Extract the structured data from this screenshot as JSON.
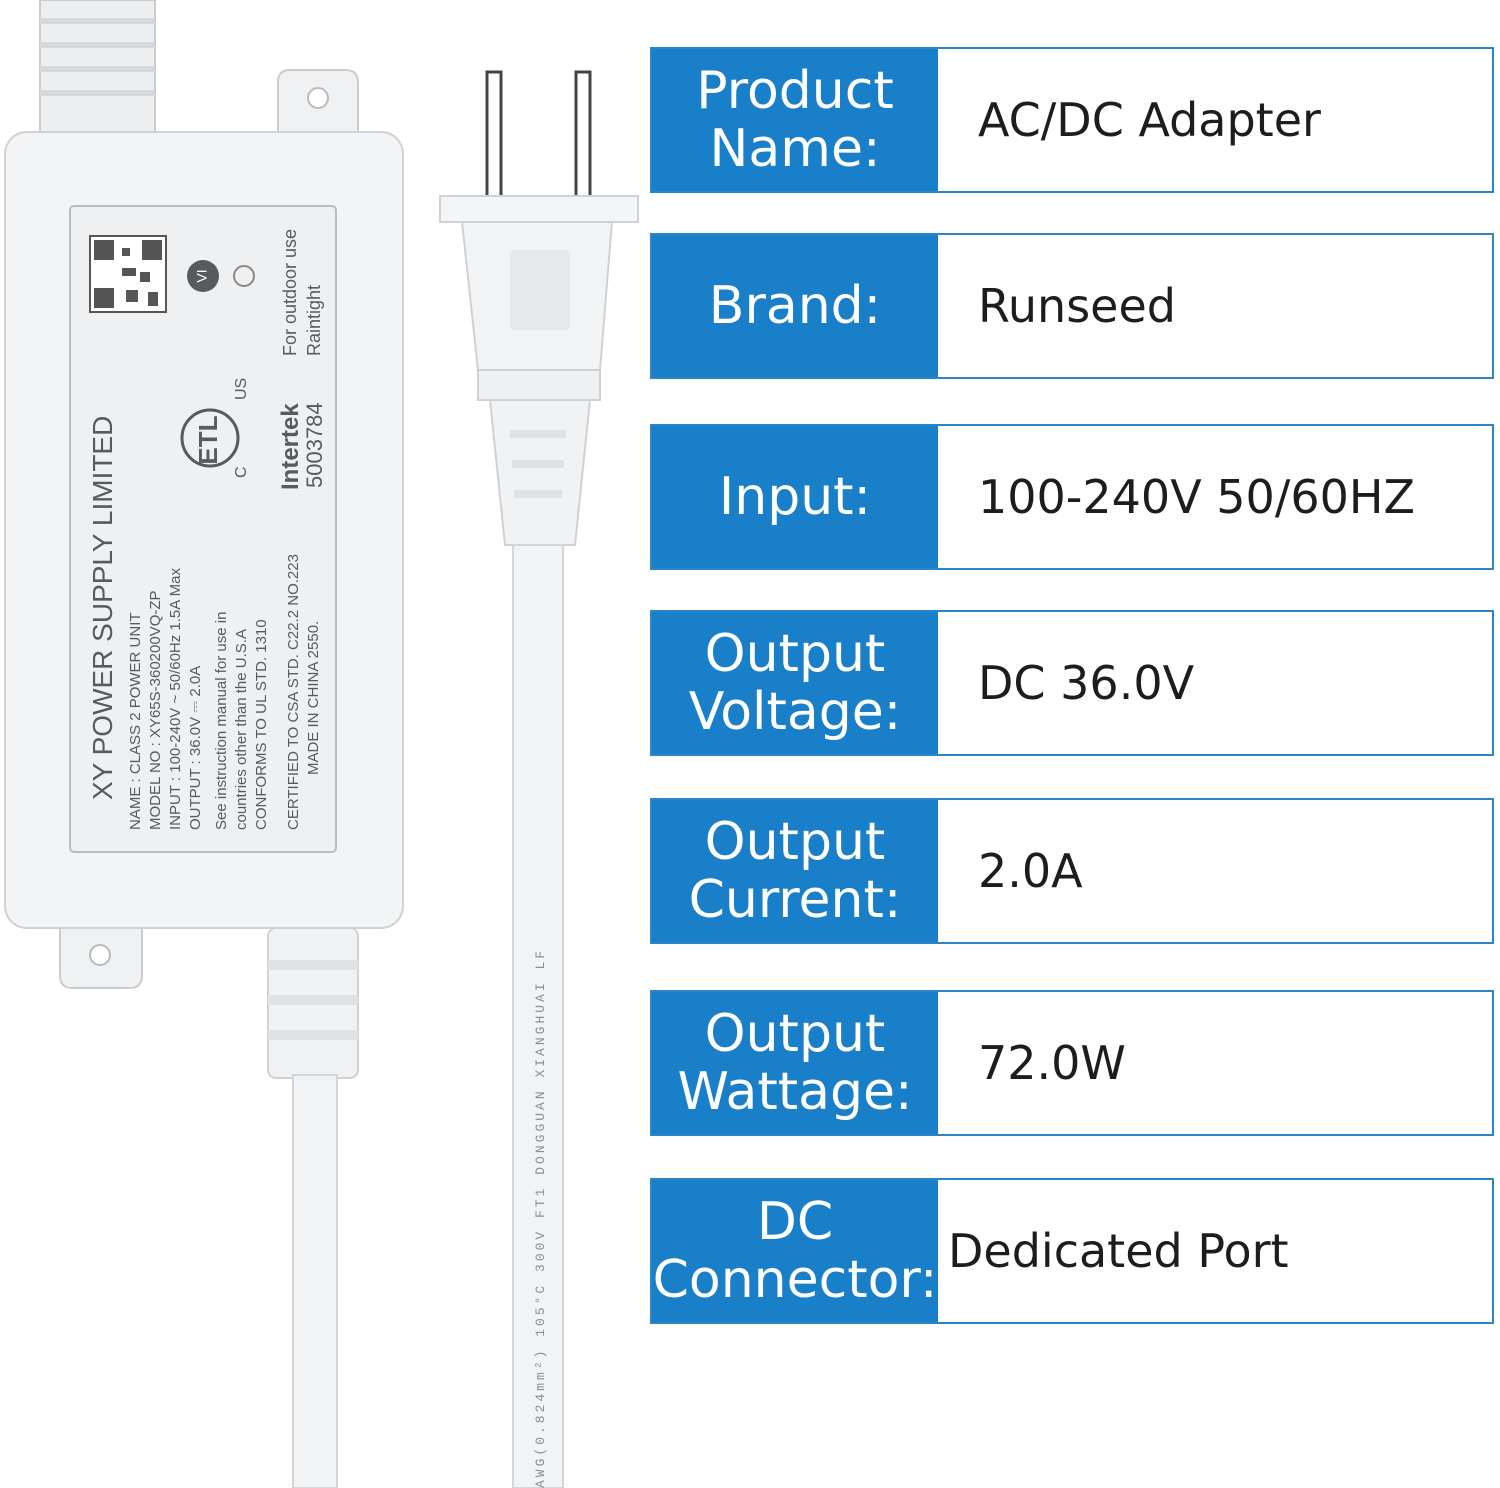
{
  "specs": [
    {
      "label": "Product\nName:",
      "value": "AC/DC Adapter"
    },
    {
      "label": "Brand:",
      "value": "Runseed"
    },
    {
      "label": "Input:",
      "value": "100-240V 50/60HZ"
    },
    {
      "label": "Output\nVoltage:",
      "value": "DC 36.0V"
    },
    {
      "label": "Output\nCurrent:",
      "value": "2.0A"
    },
    {
      "label": "Output\nWattage:",
      "value": "72.0W"
    },
    {
      "label": "DC\nConnector:",
      "value": "Dedicated Port"
    }
  ],
  "product_label": {
    "company": "XY POWER SUPPLY LIMITED",
    "lines": [
      "NAME : CLASS 2 POWER UNIT",
      "MODEL NO : XY65S-360200VQ-ZP",
      "INPUT : 100-240V ~ 50/60Hz 1.5A Max",
      "OUTPUT : 36.0V ⎓ 2.0A",
      "See instruction manual for use in",
      "countries other than the U.S.A",
      "CONFORMS TO UL STD. 1310",
      "CERTIFIED TO CSA STD. C22.2 NO.223",
      "MADE IN CHINA 2550."
    ],
    "outdoor": [
      "For outdoor use",
      "Raintight"
    ],
    "cert_brand": "Intertek",
    "cert_number": "5003784",
    "cert_c": "C",
    "cert_us": "US",
    "badge": "VI"
  },
  "cable_print": "AWG(0.824mm²) 105°C 300V FT1 DONGGUAN XIANGHUAI LF",
  "colors": {
    "accent": "#1a7fc9",
    "border": "#2a86c9"
  }
}
